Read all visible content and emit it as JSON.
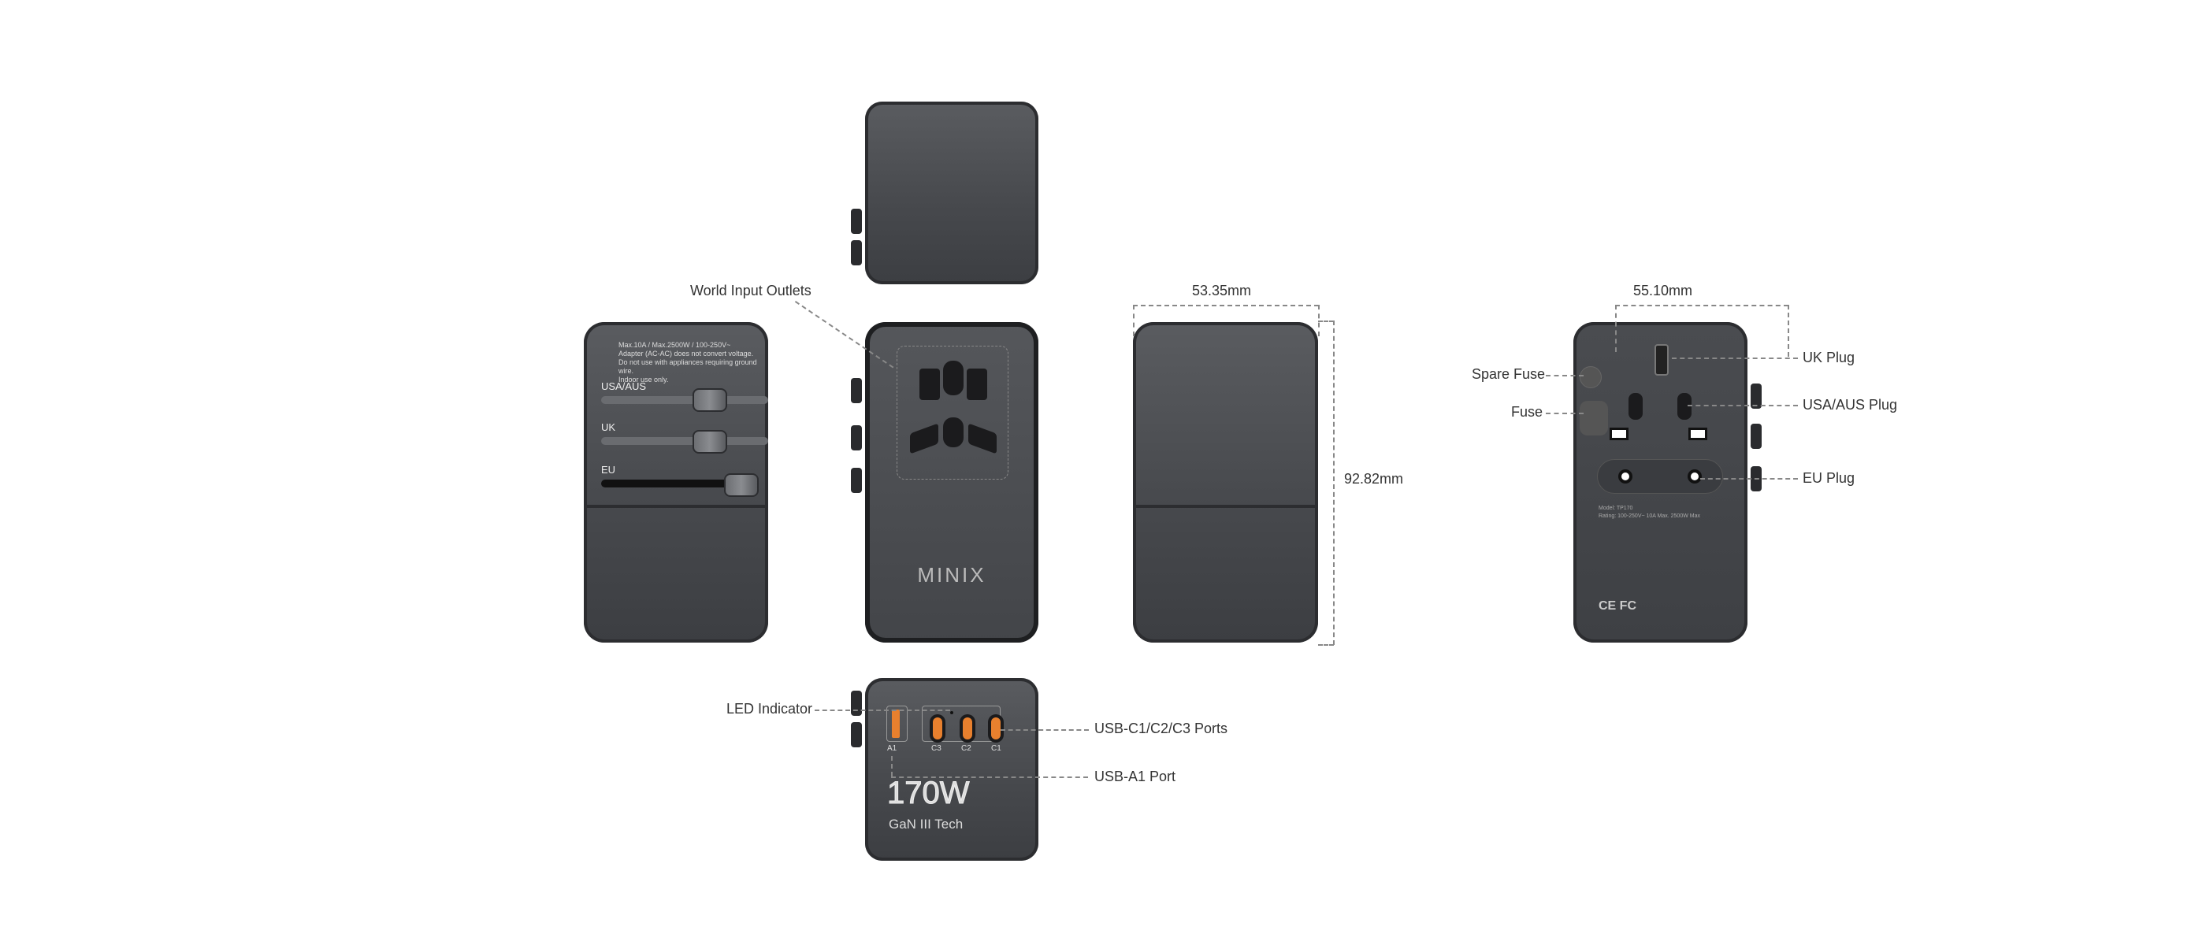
{
  "labels": {
    "world_input_outlets": "World Input Outlets",
    "led_indicator": "LED Indicator",
    "usb_c_ports": "USB-C1/C2/C3 Ports",
    "usb_a_port": "USB-A1 Port",
    "spare_fuse": "Spare Fuse",
    "fuse": "Fuse",
    "uk_plug": "UK Plug",
    "usa_aus_plug": "USA/AUS Plug",
    "eu_plug": "EU Plug"
  },
  "dimensions": {
    "width_side": "53.35mm",
    "height": "92.82mm",
    "width_back": "55.10mm"
  },
  "side_panel": {
    "spec_lines": [
      "Max.10A / Max.2500W / 100-250V~",
      "Adapter (AC-AC) does not convert voltage.",
      "Do not use with appliances requiring ground wire.",
      "Indoor use only."
    ],
    "slider_usa": "USA/AUS",
    "slider_uk": "UK",
    "slider_eu": "EU"
  },
  "front": {
    "brand": "MINIX"
  },
  "bottom": {
    "port_a1": "A1",
    "port_c3": "C3",
    "port_c2": "C2",
    "port_c1": "C1",
    "power": "170W",
    "tech": "GaN III Tech"
  },
  "back": {
    "model": "Model: TP170",
    "rating": "Rating: 100-250V~ 10A Max. 2500W Max",
    "marks": "CE FC"
  }
}
